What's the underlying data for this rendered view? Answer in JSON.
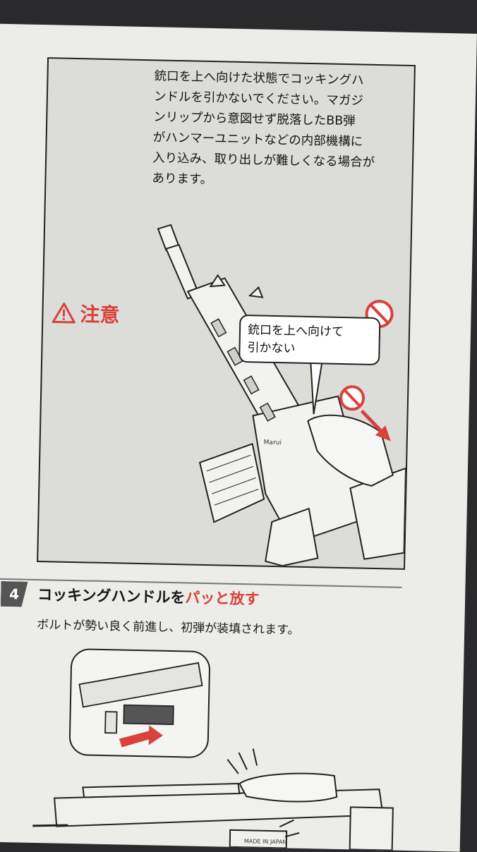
{
  "warning_panel": {
    "text": "銃口を上へ向けた状態でコッキングハ\nンドルを引かないでください。マガジ\nンリップから意図せず脱落したBB弾\nがハンマーユニットなどの内部機構に\n入り込み、取り出しが難しくなる場合が\nあります。",
    "caution_label": "注意",
    "bubble_text": "銃口を上へ向けて\n引かない",
    "receiver_marking": "Marui"
  },
  "step": {
    "number": "4",
    "title_main": "コッキングハンドルを",
    "title_highlight": "パッと放す",
    "description": "ボルトが勢い良く前進し、初弾が装填されます。",
    "lower_marking": "MADE IN JAPAN"
  },
  "colors": {
    "accent_red": "#d9413b",
    "panel_bg": "#dcdcd9",
    "page_bg": "#ecece9"
  },
  "icons": [
    "warning-triangle-icon",
    "prohibited-icon",
    "direction-arrow-icon"
  ]
}
